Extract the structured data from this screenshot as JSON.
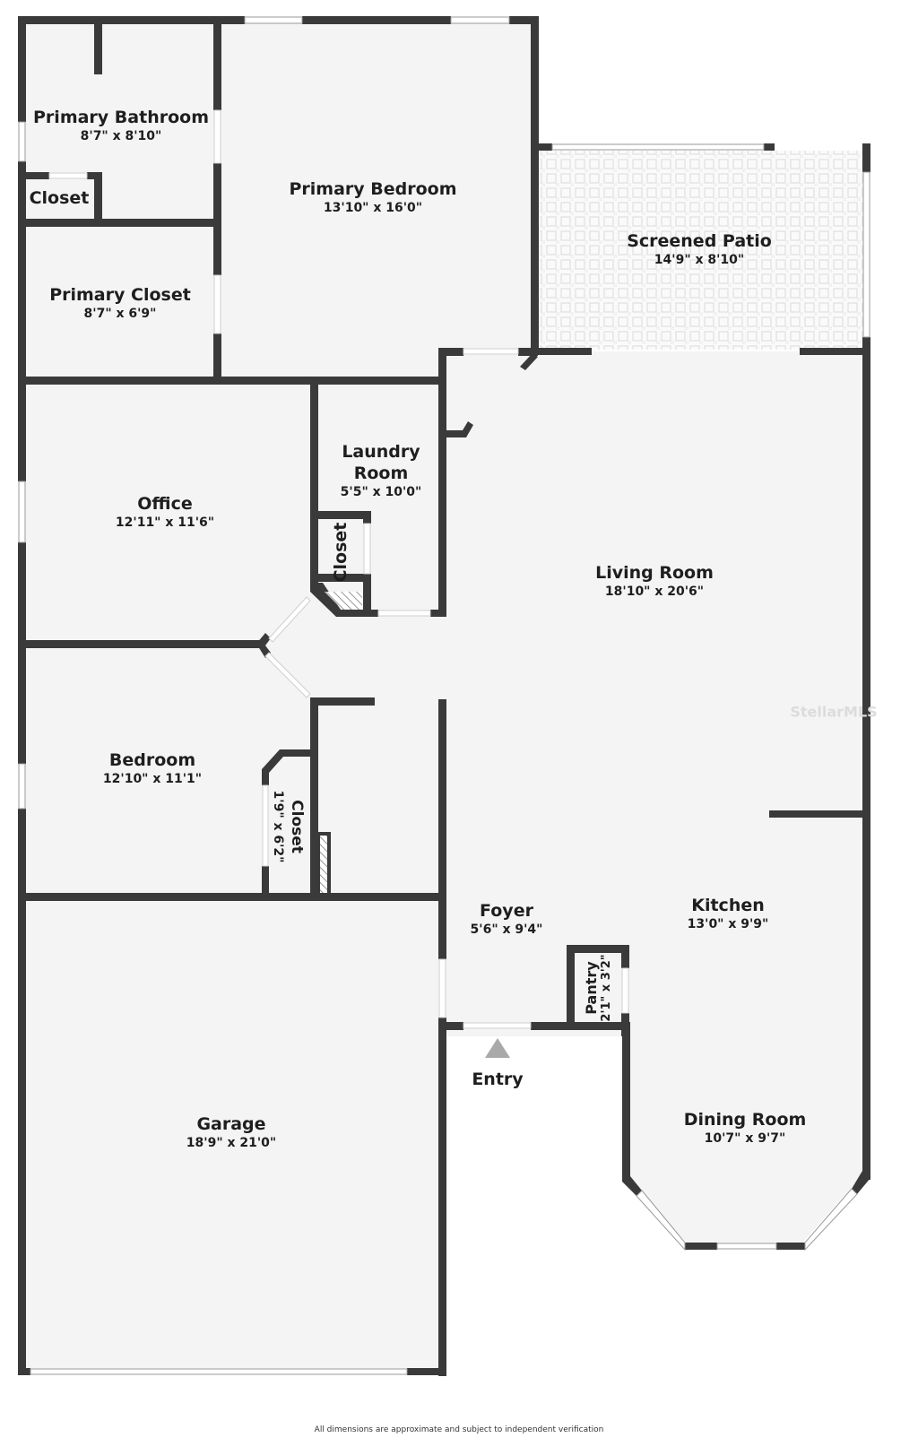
{
  "plan": {
    "colors": {
      "wall": "#3a3a3a",
      "floor": "#f4f4f4",
      "window": "#ffffff",
      "entry_arrow": "#a9a9a9",
      "patio_tile": "#e2e2e2"
    },
    "rooms": [
      {
        "id": "primary-bathroom",
        "name": "Primary Bathroom",
        "dims": "8'7\" x 8'10\""
      },
      {
        "id": "closet-bath",
        "name": "Closet",
        "dims": ""
      },
      {
        "id": "primary-bedroom",
        "name": "Primary Bedroom",
        "dims": "13'10\" x 16'0\""
      },
      {
        "id": "primary-closet",
        "name": "Primary Closet",
        "dims": "8'7\" x 6'9\""
      },
      {
        "id": "screened-patio",
        "name": "Screened Patio",
        "dims": "14'9\" x 8'10\""
      },
      {
        "id": "laundry-room",
        "name": "Laundry Room",
        "name_line1": "Laundry",
        "name_line2": "Room",
        "dims": "5'5\" x 10'0\""
      },
      {
        "id": "closet-laundry",
        "name": "Closet",
        "dims": ""
      },
      {
        "id": "office",
        "name": "Office",
        "dims": "12'11\" x 11'6\""
      },
      {
        "id": "living-room",
        "name": "Living Room",
        "dims": "18'10\" x 20'6\""
      },
      {
        "id": "bedroom",
        "name": "Bedroom",
        "dims": "12'10\" x 11'1\""
      },
      {
        "id": "closet-bedroom",
        "name": "Closet",
        "dims": "1'9\" x 6'2\""
      },
      {
        "id": "foyer",
        "name": "Foyer",
        "dims": "5'6\" x 9'4\""
      },
      {
        "id": "kitchen",
        "name": "Kitchen",
        "dims": "13'0\" x 9'9\""
      },
      {
        "id": "pantry",
        "name": "Pantry",
        "dims": "2'1\" x 3'2\""
      },
      {
        "id": "garage",
        "name": "Garage",
        "dims": "18'9\" x 21'0\""
      },
      {
        "id": "dining-room",
        "name": "Dining Room",
        "dims": "10'7\" x 9'7\""
      }
    ],
    "entry_label": "Entry",
    "watermark": "StellarMLS",
    "footer_note": "All dimensions are approximate and subject to independent verification"
  }
}
